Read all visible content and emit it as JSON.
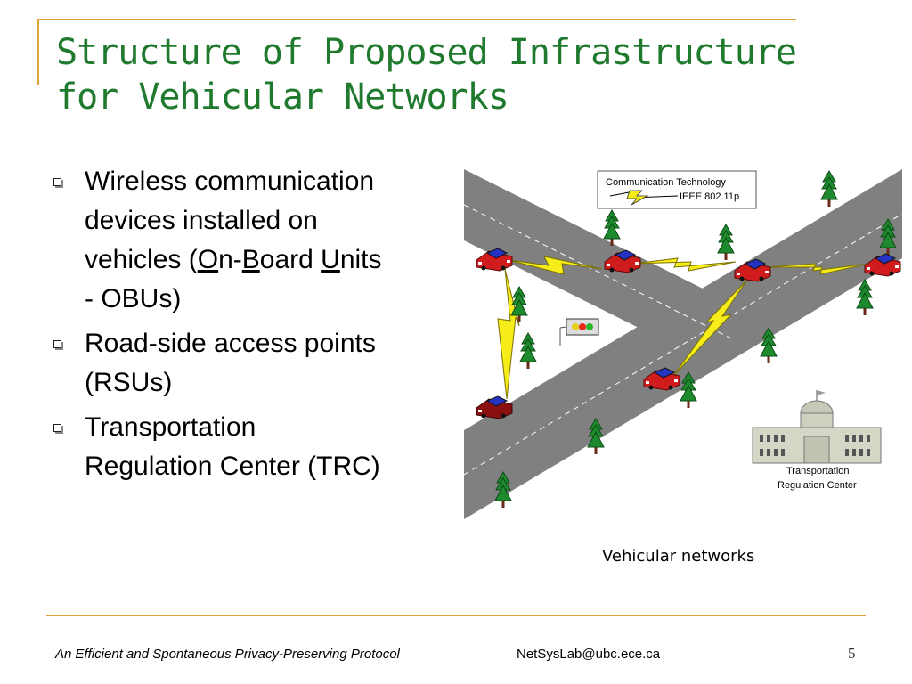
{
  "title": {
    "line1": "Structure of Proposed Infrastructure",
    "line2": "for Vehicular Networks"
  },
  "bullets": [
    {
      "line1": "Wireless communication",
      "line2": "devices installed on",
      "line3_pre": "vehicles (",
      "line3_u1": "O",
      "line3_t1": "n-",
      "line3_u2": "B",
      "line3_t2": "oard ",
      "line3_u3": "U",
      "line3_t3": "nits",
      "line4": "- OBUs)"
    },
    {
      "line1": "Road-side access points",
      "line2": "(RSUs)"
    },
    {
      "line1": "Transportation",
      "line2": "Regulation Center (TRC)"
    }
  ],
  "figure": {
    "comm_label": "Communication Technology",
    "comm_standard": "IEEE 802.11p",
    "trc_label_line1": "Transportation",
    "trc_label_line2": "Regulation Center"
  },
  "caption": "Vehicular networks",
  "footer": {
    "left": "An Efficient and Spontaneous Privacy-Preserving Protocol",
    "email": "NetSysLab@ubc.ece.ca",
    "page": "5"
  },
  "colors": {
    "accent_line": "#e0a33a",
    "title_green": "#1f7a2e",
    "road_gray": "#808080",
    "lightning_yellow": "#f5ec1a",
    "car_red": "#d01c1c"
  },
  "icons": [
    "bullet-square-icon",
    "tree-icon",
    "car-icon",
    "traffic-light-icon",
    "lightning-link-icon",
    "building-icon"
  ]
}
